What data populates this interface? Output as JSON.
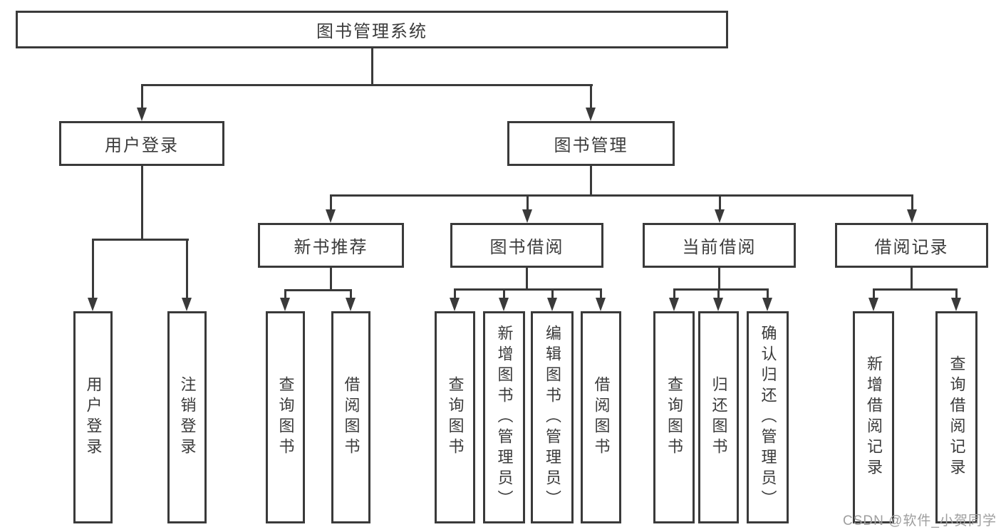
{
  "colors": {
    "line": "#3a3a3a",
    "node_text": "#3b3b3b",
    "node_bg": "#ffffff",
    "watermark": "#9e9e9e"
  },
  "watermark": {
    "text": "CSDN @软件_小贺同学"
  },
  "tree": {
    "root": {
      "label": "图书管理系统"
    },
    "level2": [
      {
        "id": "user-login",
        "label": "用户登录",
        "parent": "root"
      },
      {
        "id": "book-management",
        "label": "图书管理",
        "parent": "root"
      }
    ],
    "level3": [
      {
        "id": "new-book-recommend",
        "label": "新书推荐",
        "parent": "book-management"
      },
      {
        "id": "book-borrow",
        "label": "图书借阅",
        "parent": "book-management"
      },
      {
        "id": "current-borrow",
        "label": "当前借阅",
        "parent": "book-management"
      },
      {
        "id": "borrow-records",
        "label": "借阅记录",
        "parent": "book-management"
      }
    ],
    "leaves": [
      {
        "label": "用户登录",
        "parent": "user-login"
      },
      {
        "label": "注销登录",
        "parent": "user-login"
      },
      {
        "label": "查询图书",
        "parent": "new-book-recommend"
      },
      {
        "label": "借阅图书",
        "parent": "new-book-recommend"
      },
      {
        "label": "查询图书",
        "parent": "book-borrow"
      },
      {
        "label": "新增图书（管理员）",
        "parent": "book-borrow"
      },
      {
        "label": "编辑图书（管理员）",
        "parent": "book-borrow"
      },
      {
        "label": "借阅图书",
        "parent": "book-borrow"
      },
      {
        "label": "查询图书",
        "parent": "current-borrow"
      },
      {
        "label": "归还图书",
        "parent": "current-borrow"
      },
      {
        "label": "确认归还（管理员）",
        "parent": "current-borrow"
      },
      {
        "label": "新增借阅记录",
        "parent": "borrow-records"
      },
      {
        "label": "查询借阅记录",
        "parent": "borrow-records"
      }
    ]
  }
}
